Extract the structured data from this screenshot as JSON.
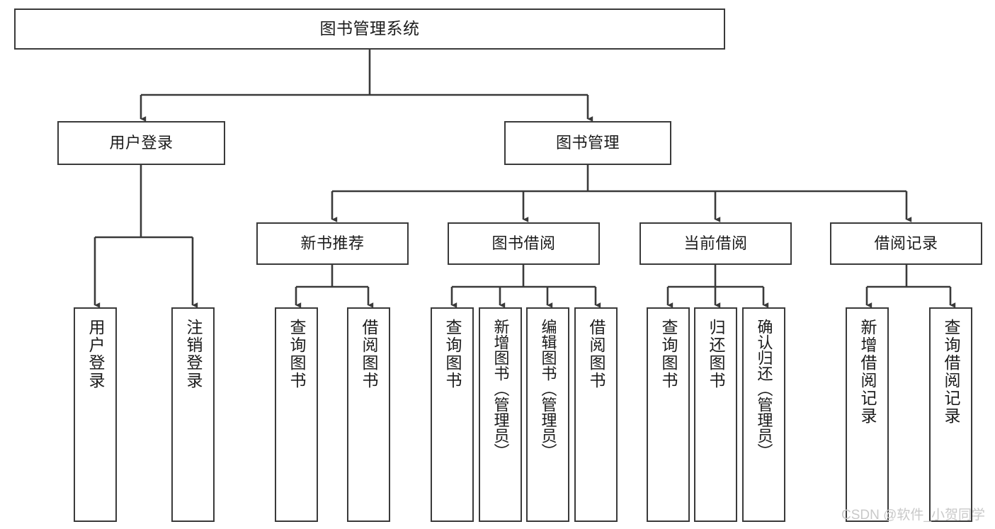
{
  "diagram": {
    "title": "图书管理系统",
    "type": "tree-hierarchy-chart",
    "arrow_color": "#3a3a3a",
    "box_border_color": "#3a3a3a",
    "box_fill_color": "#ffffff",
    "background_color": "#ffffff"
  },
  "nodes": {
    "root": {
      "label": "图书管理系统"
    },
    "level1": [
      {
        "label": "用户登录"
      },
      {
        "label": "图书管理"
      }
    ],
    "level2": [
      {
        "label": "新书推荐"
      },
      {
        "label": "图书借阅"
      },
      {
        "label": "当前借阅"
      },
      {
        "label": "借阅记录"
      }
    ],
    "leaves": {
      "user_login": [
        {
          "label": "用户登录"
        },
        {
          "label": "注销登录"
        }
      ],
      "new_book_recommend": [
        {
          "label": "查询图书"
        },
        {
          "label": "借阅图书"
        }
      ],
      "book_borrow": [
        {
          "label": "查询图书"
        },
        {
          "label": "新增图书（管理员）"
        },
        {
          "label": "编辑图书（管理员）"
        },
        {
          "label": "借阅图书"
        }
      ],
      "current_borrow": [
        {
          "label": "查询图书"
        },
        {
          "label": "归还图书"
        },
        {
          "label": "确认归还（管理员）"
        }
      ],
      "borrow_record": [
        {
          "label": "新增借阅记录"
        },
        {
          "label": "查询借阅记录"
        }
      ]
    }
  },
  "watermark": {
    "text": "CSDN @软件_小贺同学"
  }
}
